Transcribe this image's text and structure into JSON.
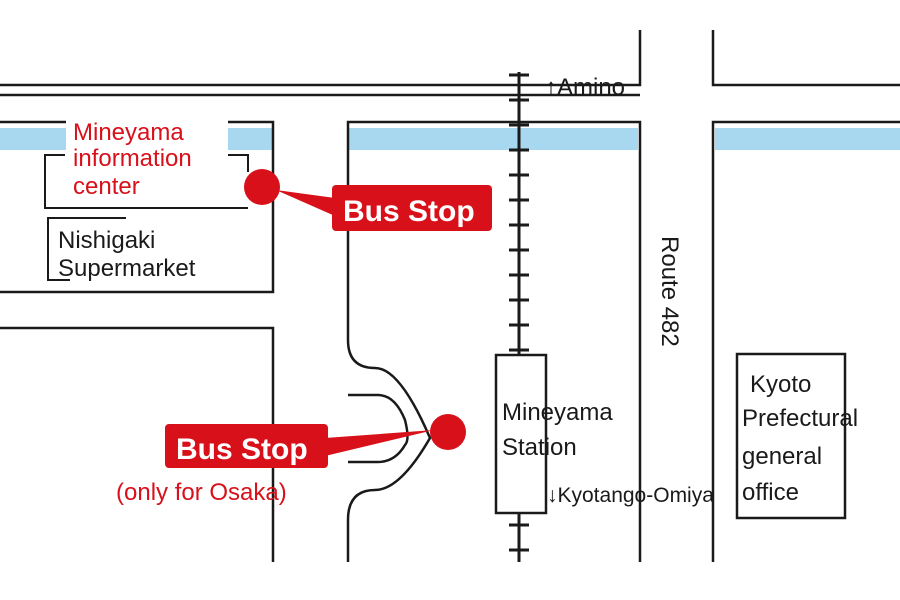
{
  "colors": {
    "road": "#1a1a1a",
    "river": "#a8d8ef",
    "accent": "#d8101a",
    "background": "#ffffff"
  },
  "labels": {
    "amino": "↑Amino",
    "info_center": [
      "Mineyama",
      "information",
      "center"
    ],
    "supermarket": [
      "Nishigaki",
      "Supermarket"
    ],
    "route": "Route 482",
    "station": [
      "Mineyama",
      "Station"
    ],
    "kyotango": "↓Kyotango-Omiya",
    "prefectural": [
      "Kyoto",
      "Prefectural",
      "general",
      "office"
    ]
  },
  "bus_stops": [
    {
      "label": "Bus Stop",
      "note": ""
    },
    {
      "label": "Bus Stop",
      "note": "(only for Osaka)"
    }
  ]
}
